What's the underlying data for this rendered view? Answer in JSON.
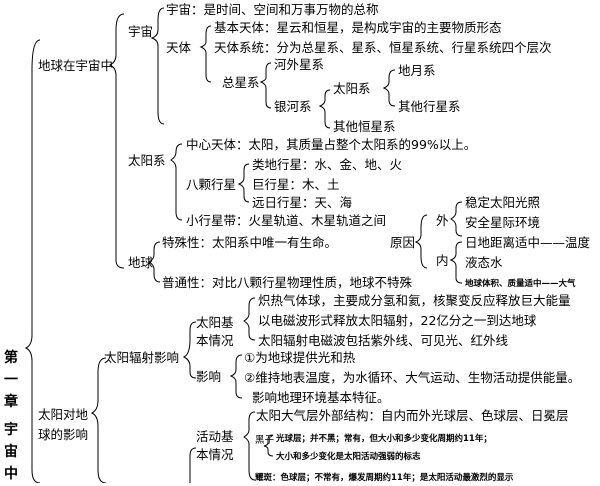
{
  "chapter": [
    "第",
    "一",
    "章",
    "宇",
    "宙",
    "中"
  ],
  "section1": {
    "title": "地球在宇宙中",
    "universe": {
      "label": "宇宙",
      "definition": "宇宙：是时间、空间和万事万物的总称",
      "celestial": {
        "label": "天体",
        "basic": "基本天体：星云和恒星，是构成宇宙的主要物质形态",
        "system": "天体系统：分为总星系、星系、恒星系统、行星系统四个层次"
      },
      "supergalaxy": {
        "label": "总星系",
        "extragalactic": "河外星系",
        "milkyway": "银河系",
        "solar": "太阳系",
        "earthmoon": "地月系",
        "otherplanets": "其他行星系",
        "otherstars": "其他恒星系"
      }
    },
    "solar_system": {
      "label": "太阳系",
      "center": "中心天体：太阳，其质量占整个太阳系的99%以上。",
      "eight_planets": "八颗行星",
      "terrestrial": "类地行星：水、金、地、火",
      "giant": "巨行星：木、土",
      "far": "远日行星：天、海",
      "asteroid": "小行星带：火星轨道、木星轨道之间"
    },
    "earth": {
      "label": "地球",
      "special": "特殊性：太阳系中唯一有生命。",
      "common": "普通性：对比八颗行星物理性质，地球不特殊",
      "reason": "原因",
      "outer": "外",
      "inner": "内",
      "stable_sun": "稳定太阳光照",
      "safe_orbit": "安全星际环境",
      "distance": "日地距离适中——温度",
      "water": "液态水",
      "atmosphere": "地球体积、质量适中——大气"
    }
  },
  "section2": {
    "title_line1": "太阳对地",
    "title_line2": "球的影响",
    "radiation": {
      "label": "太阳辐射影响",
      "basic_label1": "太阳基",
      "basic_label2": "本情况",
      "hot_gas": "炽热气体球，主要成分氢和氦，核聚变反应释放巨大能量",
      "emit": "以电磁波形式释放太阳辐射，22亿分之一到达地球",
      "spectrum": "太阳辐射电磁波包括紫外线、可见光、红外线",
      "impact_label": "影响",
      "impact1": "①为地球提供光和热",
      "impact2": "②维持地表温度，为水循环、大气运动、生物活动提供能量。",
      "impact3": "影响地理环境基本特征。"
    },
    "activity": {
      "label1": "活动基",
      "label2": "本情况",
      "structure": "太阳大气层外部结构：自内而外光球层、色球层、日冕层",
      "sunspot_label": "黑子",
      "sunspot1": "光球层；并不黑；常有，但大小和多少变化周期约11年；",
      "sunspot2": "大小和多少变化是太阳活动强弱的标志",
      "flare": "耀斑：色球层；不常有，爆发周期约11年；是太阳活动最激烈的显示"
    }
  }
}
